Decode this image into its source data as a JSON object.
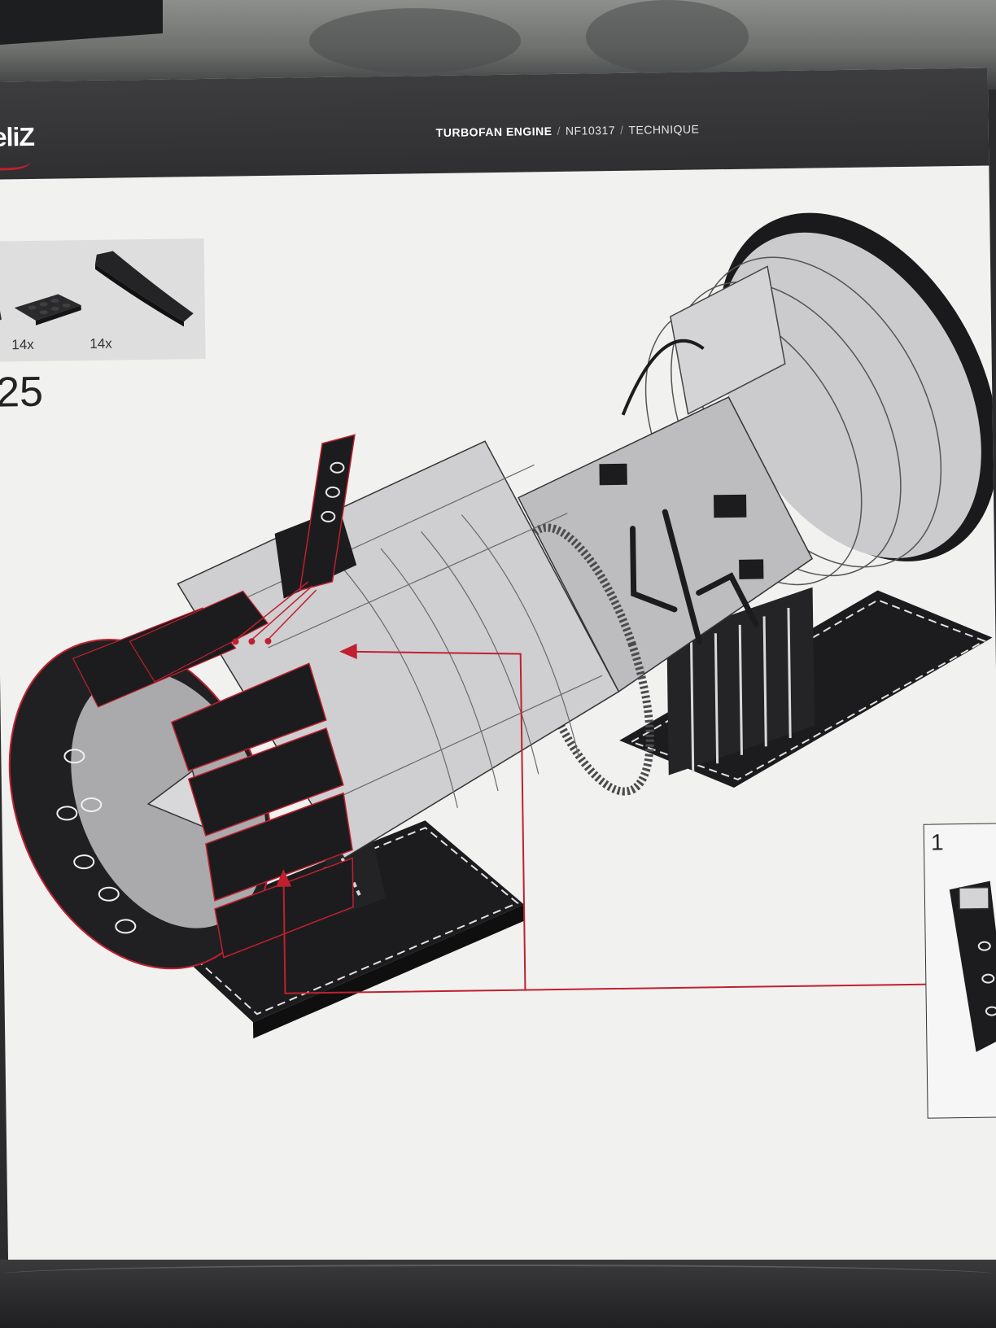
{
  "brand": {
    "logo_text": "eliZ"
  },
  "breadcrumb": {
    "product": "TURBOFAN ENGINE",
    "separator": "/",
    "code": "NF10317",
    "category": "TECHNIQUE"
  },
  "parts_list": [
    {
      "qty": "14x",
      "icon": "black-plate-brick-icon"
    },
    {
      "qty": "14x",
      "icon": "black-curved-slope-brick-icon"
    }
  ],
  "step": {
    "number": "25"
  },
  "substep": {
    "number": "1"
  },
  "colors": {
    "page": "#f1f1f0",
    "header": "#38383a",
    "accent": "#c0202f",
    "brick_black": "#1f1f22",
    "brick_grey": "#c9c9cb"
  }
}
